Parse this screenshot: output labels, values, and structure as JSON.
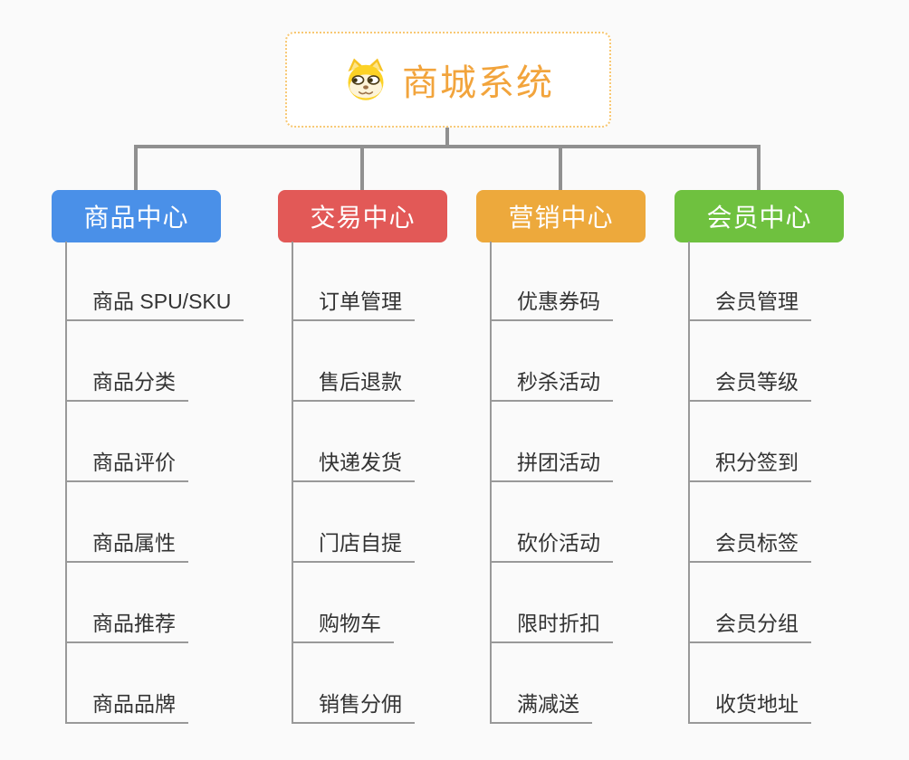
{
  "root": {
    "title": "商城系统",
    "icon": "doge-icon"
  },
  "colors": {
    "background": "#fafafa",
    "connector": "#909090",
    "leaf_line": "#999999",
    "leaf_text": "#333333",
    "root_border": "#f8c873",
    "root_title": "#f2a43c",
    "branch_products": "#4a90e8",
    "branch_trade": "#e25957",
    "branch_marketing": "#eda93c",
    "branch_members": "#6fc13f"
  },
  "branches": [
    {
      "label": "商品中心",
      "color": "#4a90e8",
      "items": [
        "商品 SPU/SKU",
        "商品分类",
        "商品评价",
        "商品属性",
        "商品推荐",
        "商品品牌"
      ]
    },
    {
      "label": "交易中心",
      "color": "#e25957",
      "items": [
        "订单管理",
        "售后退款",
        "快递发货",
        "门店自提",
        "购物车",
        "销售分佣"
      ]
    },
    {
      "label": "营销中心",
      "color": "#eda93c",
      "items": [
        "优惠券码",
        "秒杀活动",
        "拼团活动",
        "砍价活动",
        "限时折扣",
        "满减送"
      ]
    },
    {
      "label": "会员中心",
      "color": "#6fc13f",
      "items": [
        "会员管理",
        "会员等级",
        "积分签到",
        "会员标签",
        "会员分组",
        "收货地址"
      ]
    }
  ]
}
